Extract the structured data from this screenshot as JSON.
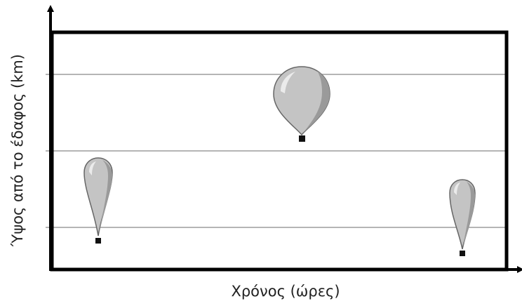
{
  "axes": {
    "x_label": "Χρόνος (ώρες)",
    "y_label": "Ύψος από το έδαφος (km)"
  },
  "colors": {
    "balloon_fill": "#c4c4c4",
    "balloon_shadow": "#9a9a9a",
    "balloon_highlight": "#ebebeb",
    "gridline": "#b5b5b5",
    "frame": "#000000"
  },
  "balloons": [
    {
      "name": "small-balloon-low"
    },
    {
      "name": "large-balloon-high"
    },
    {
      "name": "small-balloon-lowest"
    }
  ]
}
